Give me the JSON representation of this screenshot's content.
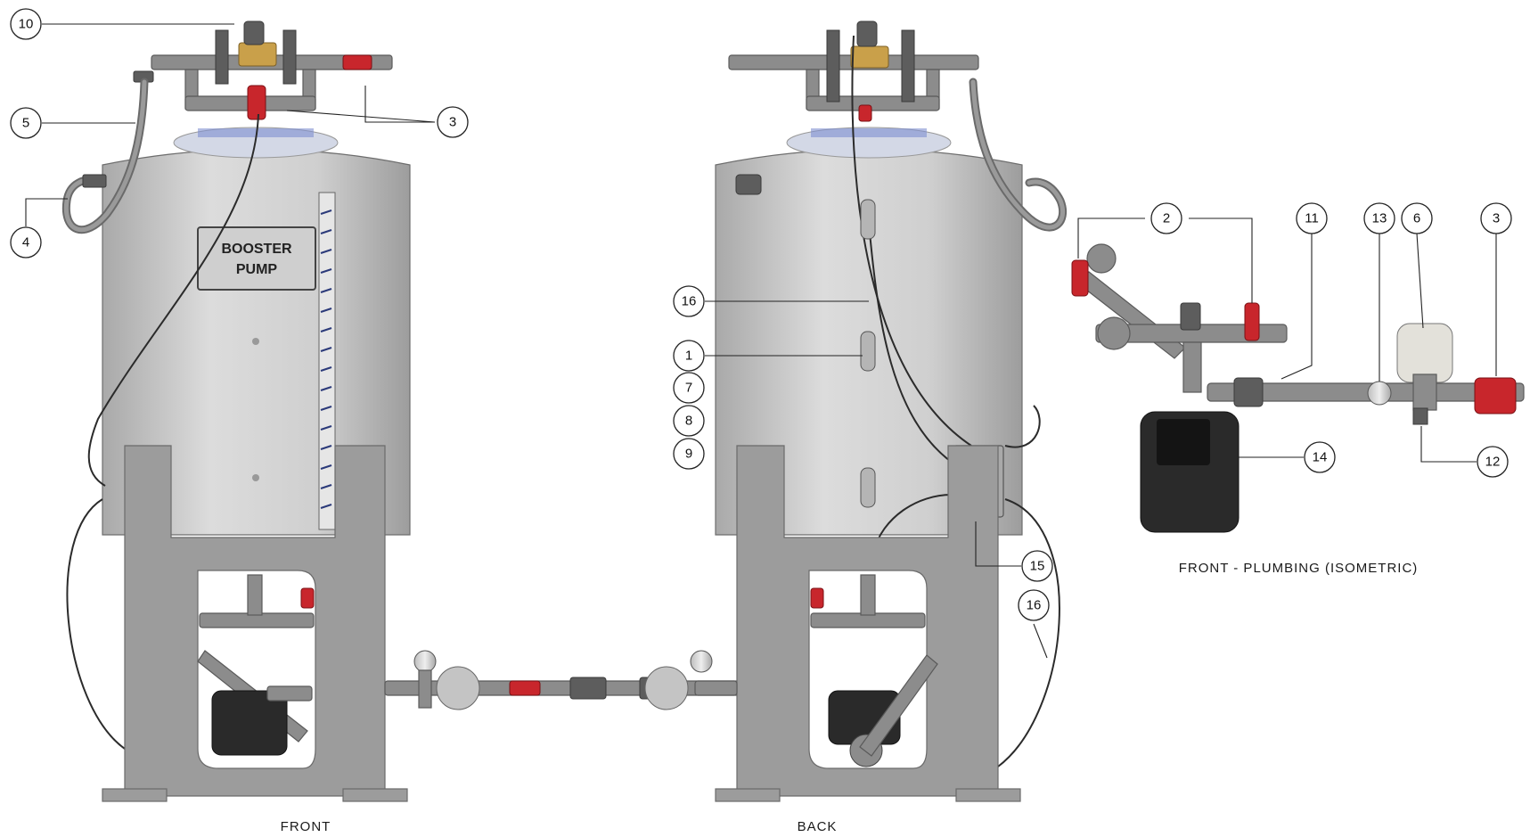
{
  "view_labels": {
    "front": "FRONT",
    "back": "BACK",
    "iso": "FRONT - PLUMBING (ISOMETRIC)"
  },
  "sign": {
    "line1": "BOOSTER",
    "line2": "PUMP"
  },
  "callouts": {
    "front_10": "10",
    "front_5": "5",
    "front_3": "3",
    "front_4": "4",
    "back_16a": "16",
    "back_1": "1",
    "back_7": "7",
    "back_8": "8",
    "back_9": "9",
    "back_15": "15",
    "back_16b": "16",
    "iso_2": "2",
    "iso_11": "11",
    "iso_13": "13",
    "iso_6": "6",
    "iso_3": "3",
    "iso_14": "14",
    "iso_12": "12"
  },
  "colors": {
    "tank": "#c9c9c9",
    "stand": "#9c9c9c",
    "valve": "#c8262c",
    "solenoid": "#c9a04a",
    "pump": "#2a2a2a"
  }
}
